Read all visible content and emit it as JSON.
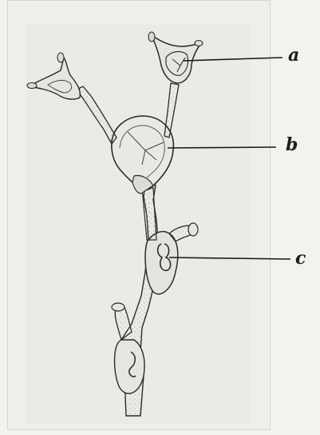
{
  "labels": {
    "a": "a",
    "b": "b",
    "c": "c"
  },
  "colors": {
    "ink": "#2a2a2a",
    "stipple": "#9a9a94",
    "paper": "#eeeeea"
  }
}
